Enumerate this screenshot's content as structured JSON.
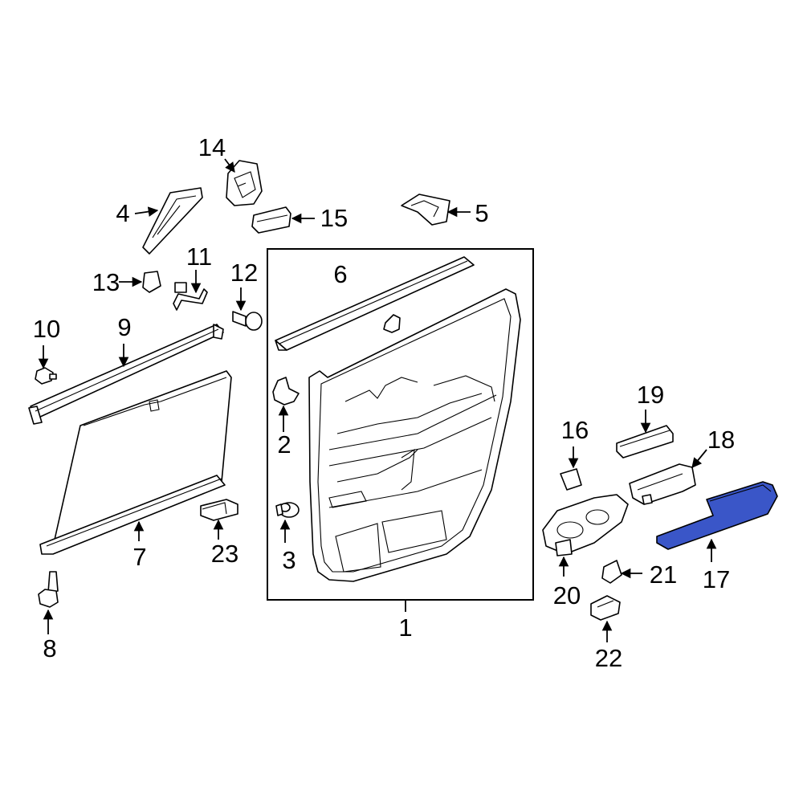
{
  "diagram": {
    "highlight_color": "#3a56c8",
    "highlighted_part": "17",
    "callouts": {
      "c1": "1",
      "c2": "2",
      "c3": "3",
      "c4": "4",
      "c5": "5",
      "c6": "6",
      "c7": "7",
      "c8": "8",
      "c9": "9",
      "c10": "10",
      "c11": "11",
      "c12": "12",
      "c13": "13",
      "c14": "14",
      "c15": "15",
      "c16": "16",
      "c17": "17",
      "c18": "18",
      "c19": "19",
      "c20": "20",
      "c21": "21",
      "c22": "22",
      "c23": "23"
    }
  }
}
